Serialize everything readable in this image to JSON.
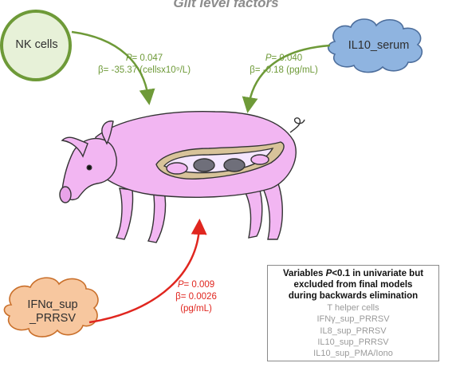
{
  "title": "Gilt level factors",
  "nodes": {
    "nk_cells": {
      "label": "NK cells",
      "p_prefix": "P",
      "p_value": "= 0.047",
      "beta": "β= -35.37 (cellsx10⁹/L)",
      "unit": ""
    },
    "il10_serum": {
      "label": "IL10_serum",
      "p_prefix": "P",
      "p_value": "= 0.040",
      "beta": "β= -0.18 (pg/mL)",
      "unit": ""
    },
    "ifna_sup": {
      "label_line1": "IFNα_sup",
      "label_line2": "_PRRSV",
      "p_prefix": "P",
      "p_value": "= 0.009",
      "beta": "β= 0.0026",
      "unit": "(pg/mL)"
    }
  },
  "excluded": {
    "header_line1_pre": "Variables ",
    "header_line1_em": "P",
    "header_line1_post": "<0.1 in univariate but",
    "header_line2": "excluded from final models",
    "header_line3": "during backwards elimination",
    "items": [
      "T helper cells",
      "IFNγ_sup_PRRSV",
      "IL8_sup_PRRSV",
      "IL10_sup_PRRSV",
      "IL10_sup_PMA/Iono"
    ]
  },
  "colors": {
    "green": "#6e9a38",
    "red": "#e0261f",
    "pig": "#f2b6f2",
    "nk_fill": "#e7f1d8",
    "il10_fill": "#8fb4e0",
    "ifn_fill": "#f7c79f"
  }
}
